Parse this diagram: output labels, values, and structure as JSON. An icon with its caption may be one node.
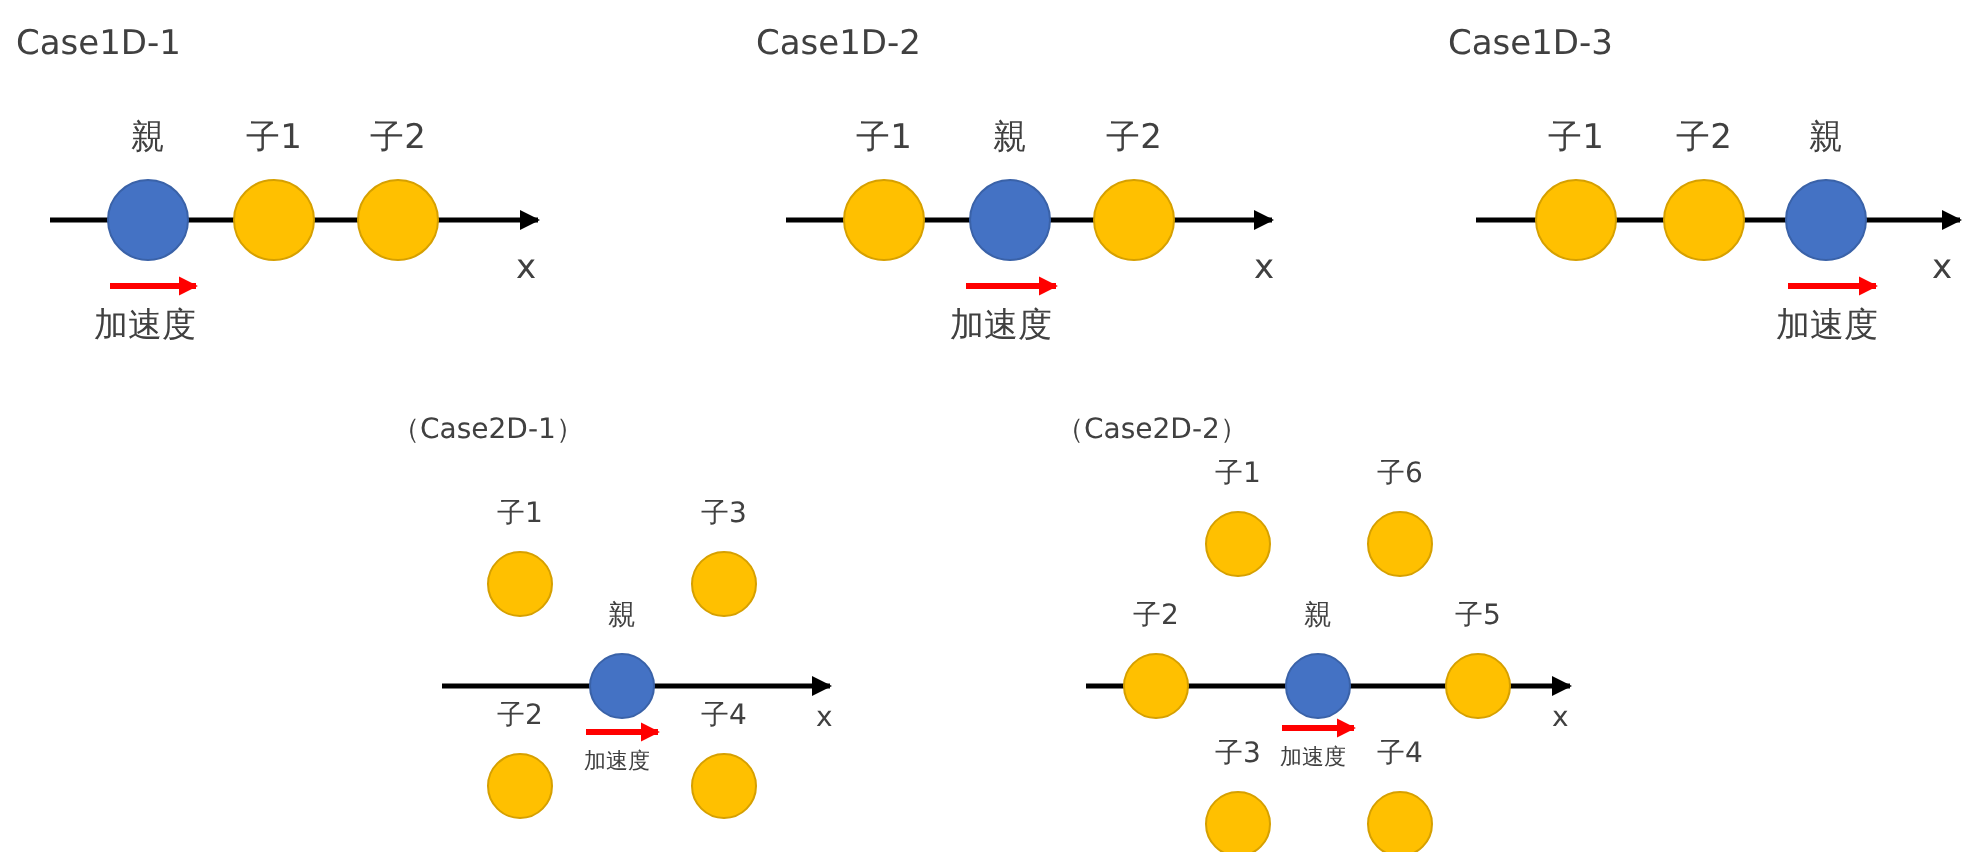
{
  "diagram": {
    "nodes": [
      {
        "text": [
          "親"
        ],
        "beside": [
          "加速度"
        ]
      },
      {
        "text": [
          "子1"
        ]
      },
      {
        "text": [
          "子2"
        ]
      },
      {
        "text": [
          "子1"
        ]
      },
      {
        "text": [
          "親"
        ],
        "beside": [
          "加速度"
        ]
      },
      {
        "text": [
          "子2"
        ]
      },
      {
        "text": [
          "子1"
        ]
      },
      {
        "text": [
          "子2"
        ]
      },
      {
        "text": [
          "親"
        ],
        "beside": [
          "加速度"
        ]
      },
      {
        "text": [
          "子1"
        ]
      },
      {
        "text": [
          "子3"
        ]
      },
      {
        "text": [
          "親"
        ],
        "beside": [
          "加速度"
        ]
      },
      {
        "text": [
          "子2"
        ]
      },
      {
        "text": [
          "子4"
        ]
      },
      {
        "text": [
          "子1"
        ]
      },
      {
        "text": [
          "子6"
        ]
      },
      {
        "text": [
          "子2"
        ]
      },
      {
        "text": [
          "親"
        ],
        "beside": [
          "加速度"
        ]
      },
      {
        "text": [
          "子5"
        ]
      },
      {
        "text": [
          "子3"
        ]
      },
      {
        "text": [
          "子4"
        ]
      }
    ],
    "labels": [
      "Case1D-1",
      "Case1D-2",
      "Case1D-3",
      "x",
      "x",
      "x",
      "（Case2D-1）",
      "（Case2D-2）",
      "x",
      "x"
    ]
  }
}
